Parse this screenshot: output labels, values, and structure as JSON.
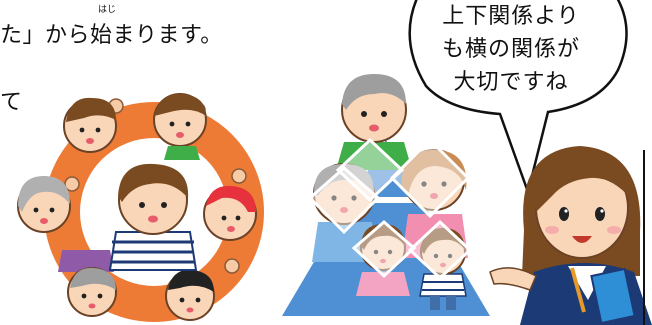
{
  "text": {
    "line1": "た」から始まります。",
    "ruby": "はじ",
    "line2": "て"
  },
  "bubble": {
    "lines": [
      "上下関係より",
      "も横の関係が",
      "大切ですね"
    ]
  },
  "colors": {
    "ring": "#ee7b35",
    "pyramid": "#4f8fd4",
    "jacket": "#1c3a76",
    "hair": "#7a4a21"
  }
}
